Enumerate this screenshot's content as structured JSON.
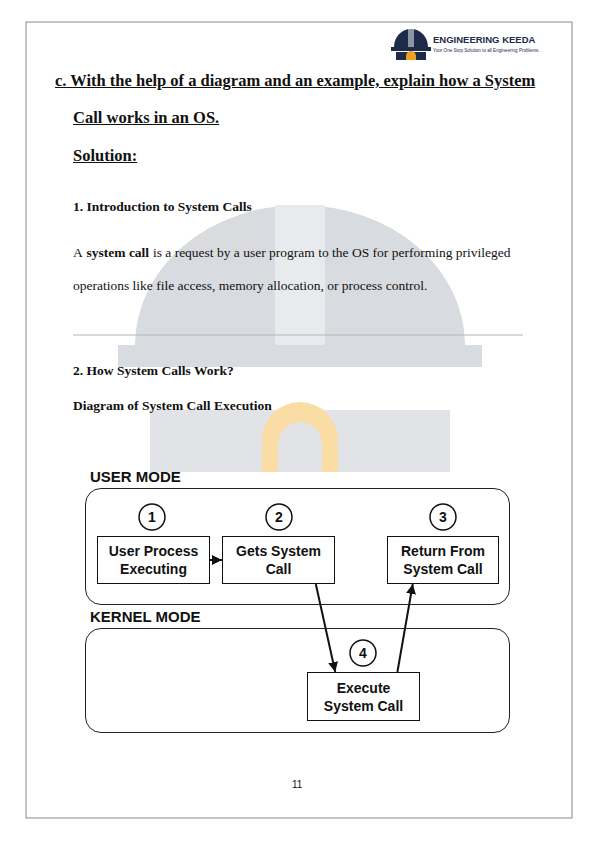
{
  "diagram": {
    "title": "c. With the help of a diagram and an example, explain how a System Call works in an OS.",
    "nodes": [
      {
        "text": [
          "USER MODE"
        ]
      },
      {
        "text": [
          "1"
        ],
        "in": 0
      },
      {
        "text": [
          "User Process Executing"
        ],
        "in": 0
      },
      {
        "text": [
          "2"
        ],
        "in": 0
      },
      {
        "text": [
          "Gets System Call"
        ],
        "in": 0
      },
      {
        "text": [
          "3"
        ],
        "in": 0
      },
      {
        "text": [
          "Return From System Call"
        ],
        "in": 0
      },
      {
        "text": [
          "KERNEL MODE"
        ]
      },
      {
        "text": [
          "4"
        ],
        "in": 7
      },
      {
        "text": [
          "Execute System Call"
        ],
        "in": 7
      }
    ],
    "edges": [
      {
        "from": 2,
        "to": 4,
        "arrow": "to"
      },
      {
        "from": 4,
        "to": 9,
        "arrow": "to"
      },
      {
        "from": 9,
        "to": 6,
        "arrow": "to"
      }
    ],
    "labels": [
      "Solution:",
      "1. Introduction to System Calls",
      "A",
      "system call",
      "is a request by a user program to the OS for performing privileged operations like file access, memory allocation, or process control.",
      "2. How System Calls Work?",
      "Diagram of System Call Execution",
      "11",
      "ENGINEERING KEEDA",
      "Your One Stop Solution to all Engineering Problems."
    ]
  }
}
